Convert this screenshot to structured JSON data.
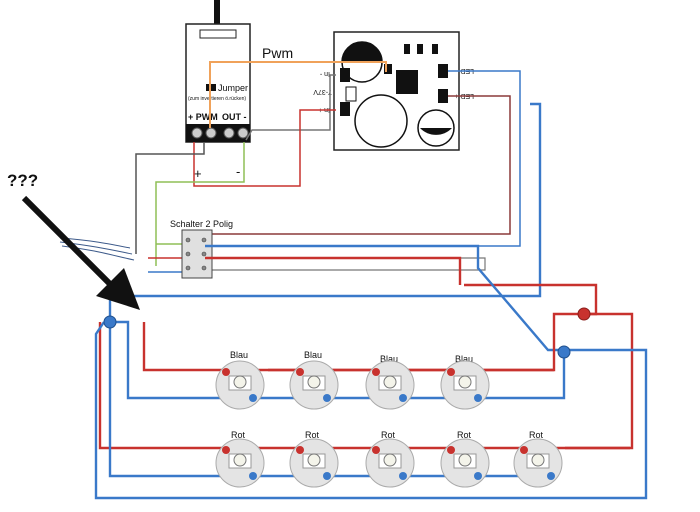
{
  "receiver": {
    "jumper_label": "Jumper",
    "jumper_note": "(zum invertieren ö.rücken)",
    "pin_labels": [
      "+ PWM",
      "OUT -"
    ]
  },
  "driver": {
    "pin_labels": [
      "In -",
      "7-37V",
      "In +"
    ],
    "out_labels": [
      "LED -",
      "LED +"
    ]
  },
  "pwm_label": "Pwm",
  "plus_label": "+",
  "minus_label": "-",
  "question_label": "???",
  "switch_label": "Schalter 2 Polig",
  "blue_leds": [
    "Blau",
    "Blau",
    "Blau",
    "Blau"
  ],
  "red_leds": [
    "Rot",
    "Rot",
    "Rot",
    "Rot",
    "Rot"
  ],
  "colors": {
    "red_wire": "#c8322e",
    "blue_wire": "#3a79c9",
    "orange_wire": "#f0a25a",
    "green_wire": "#8fbf57",
    "thin_wire": "#555555",
    "arrow": "#111111"
  }
}
